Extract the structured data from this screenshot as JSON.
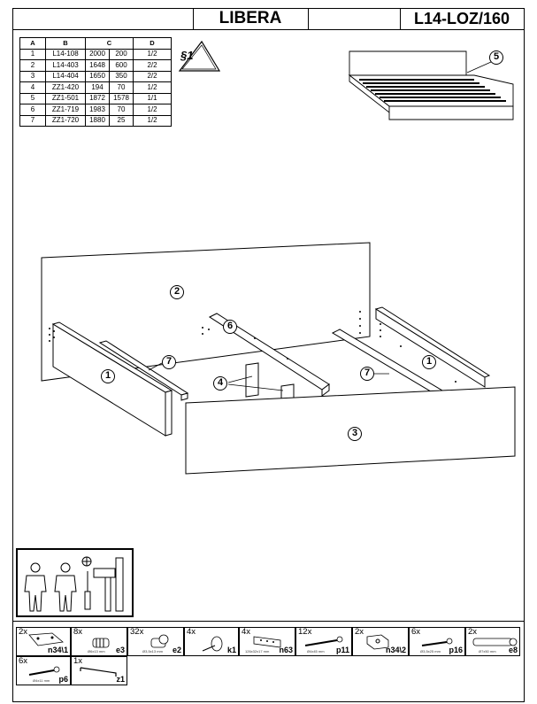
{
  "header": {
    "title": "LIBERA",
    "code": "L14-LOZ/160"
  },
  "parts_table": {
    "headers": [
      "A",
      "B",
      "C",
      "D"
    ],
    "rows": [
      [
        "1",
        "L14-108",
        "2000",
        "200",
        "1/2"
      ],
      [
        "2",
        "L14-403",
        "1648",
        "600",
        "2/2"
      ],
      [
        "3",
        "L14-404",
        "1650",
        "350",
        "2/2"
      ],
      [
        "4",
        "ZZ1-420",
        "194",
        "70",
        "1/2"
      ],
      [
        "5",
        "ZZ1-501",
        "1872",
        "1578",
        "1/1"
      ],
      [
        "6",
        "ZZ1-719",
        "1983",
        "70",
        "1/2"
      ],
      [
        "7",
        "ZZ1-720",
        "1880",
        "25",
        "1/2"
      ]
    ]
  },
  "section_mark": "§1",
  "callouts": {
    "c1a": "1",
    "c1b": "1",
    "c2": "2",
    "c3": "3",
    "c4": "4",
    "c5": "5",
    "c6": "6",
    "c7a": "7",
    "c7b": "7"
  },
  "hardware": [
    {
      "qty": "2x",
      "code": "n34\\1",
      "dim": ""
    },
    {
      "qty": "8x",
      "code": "e3",
      "dim": "Ø6x13 mm"
    },
    {
      "qty": "32x",
      "code": "e2",
      "dim": "Ø3,5x13 mm"
    },
    {
      "qty": "4x",
      "code": "k1",
      "dim": ""
    },
    {
      "qty": "4x",
      "code": "n63",
      "dim": "126x32x17 mm"
    },
    {
      "qty": "12x",
      "code": "p11",
      "dim": "Ø4x45 mm"
    },
    {
      "qty": "2x",
      "code": "n34\\2",
      "dim": ""
    },
    {
      "qty": "6x",
      "code": "p16",
      "dim": "Ø3,5x25 mm"
    },
    {
      "qty": "2x",
      "code": "e8",
      "dim": "Ø7x50 mm"
    },
    {
      "qty": "6x",
      "code": "p6",
      "dim": "Ø4x11 mm"
    },
    {
      "qty": "1x",
      "code": "z1",
      "dim": ""
    }
  ]
}
